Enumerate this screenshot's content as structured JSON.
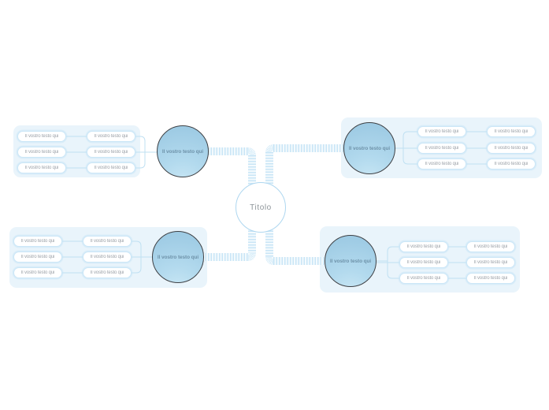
{
  "center": {
    "label": "Titolo"
  },
  "branches": {
    "top_left": {
      "node": "Il vostro testo qui",
      "pills": [
        "Il vostro testo qui",
        "Il vostro testo qui",
        "Il vostro testo qui",
        "Il vostro testo qui",
        "Il vostro testo qui",
        "Il vostro testo qui"
      ]
    },
    "top_right": {
      "node": "Il vostro testo qui",
      "pills": [
        "Il vostro testo qui",
        "Il vostro testo qui",
        "Il vostro testo qui",
        "Il vostro testo qui",
        "Il vostro testo qui",
        "Il vostro testo qui"
      ]
    },
    "bottom_left": {
      "node": "Il vostro testo qui",
      "pills": [
        "Il vostro testo qui",
        "Il vostro testo qui",
        "Il vostro testo qui",
        "Il vostro testo qui",
        "Il vostro testo qui",
        "Il vostro testo qui"
      ]
    },
    "bottom_right": {
      "node": "Il vostro testo qui",
      "pills": [
        "Il vostro testo qui",
        "Il vostro testo qui",
        "Il vostro testo qui",
        "Il vostro testo qui",
        "Il vostro testo qui",
        "Il vostro testo qui"
      ]
    }
  },
  "colors": {
    "panel_bg": "#e9f4fb",
    "ribbon_stripe": "#c9e5f6",
    "ribbon_stripe_bg": "#f4fafd",
    "connector_line": "#bfe0f2",
    "node_fill_dark": "#9ecbe4",
    "node_fill_light": "#cbe8f5",
    "node_border": "#3e4044",
    "node_text": "#6f93aa",
    "center_border": "#aed7f0",
    "center_text": "#8d9499",
    "pill_border": "#cbe6f7",
    "pill_text": "#9ba1a8"
  }
}
